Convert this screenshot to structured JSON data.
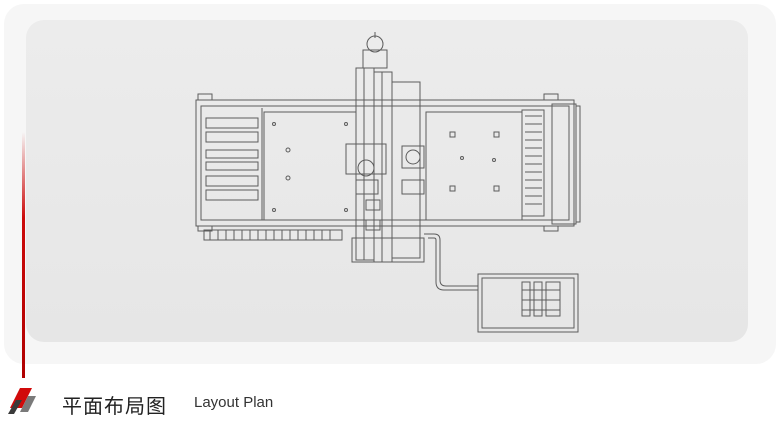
{
  "caption": {
    "title_zh": "平面布局图",
    "title_en": "Layout Plan"
  },
  "drawing": {
    "icon": "machine-layout-drawing",
    "stroke_color": "#5c5c5c"
  },
  "colors": {
    "accent": "#cc0a0a",
    "panel_bg": "#e8e8e8",
    "frame_bg": "#f6f6f6"
  }
}
